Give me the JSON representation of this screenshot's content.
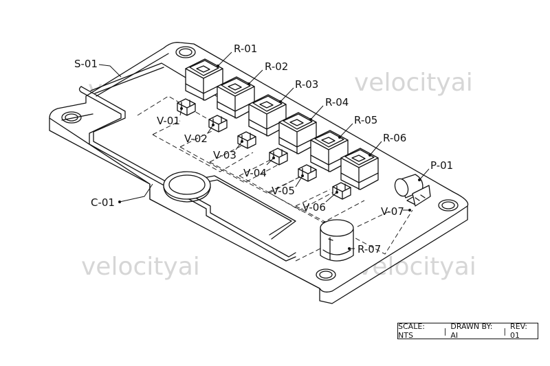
{
  "watermark": "velocityai",
  "labels": {
    "s01": "S-01",
    "r01": "R-01",
    "r02": "R-02",
    "r03": "R-03",
    "r04": "R-04",
    "r05": "R-05",
    "r06": "R-06",
    "r07": "R-07",
    "v01": "V-01",
    "v02": "V-02",
    "v03": "V-03",
    "v04": "V-04",
    "v05": "V-05",
    "v06": "V-06",
    "v07": "V-07",
    "c01": "C-01",
    "p01": "P-01"
  },
  "title_block": {
    "scale": "SCALE: NTS",
    "drawn_by": "DRAWN BY: AI",
    "rev": "REV: 01"
  }
}
